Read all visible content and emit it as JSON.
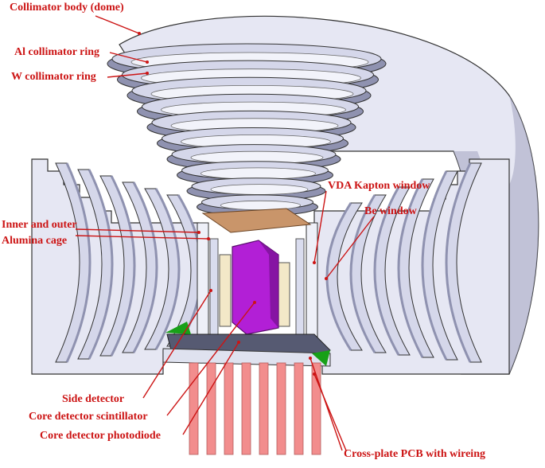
{
  "colors": {
    "label": "#cc1414",
    "body": "#e6e7f3",
    "body_dark": "#a8aac4",
    "ring": "#d5d7ea",
    "ring_dark": "#8f92b0",
    "kapton": "#c9956a",
    "scintillator": "#b21fd6",
    "pcb": "#dfe2ef",
    "pins": "#f28d8d",
    "green_tab": "#18a018",
    "base_dark": "#565a72"
  },
  "labels": {
    "collimator_body": "Collimator body (dome)",
    "al_ring": "Al collimator ring",
    "w_ring": "W collimator ring",
    "alumina_cage_line1": "Inner and outer",
    "alumina_cage_line2": "Alumina cage",
    "vda_window": "VDA Kapton window",
    "be_window": "Be window",
    "side_detector": "Side detector",
    "core_scintillator": "Core detector scintillator",
    "core_photodiode": "Core detector photodiode",
    "cross_plate_pcb": "Cross-plate PCB with wireing"
  }
}
